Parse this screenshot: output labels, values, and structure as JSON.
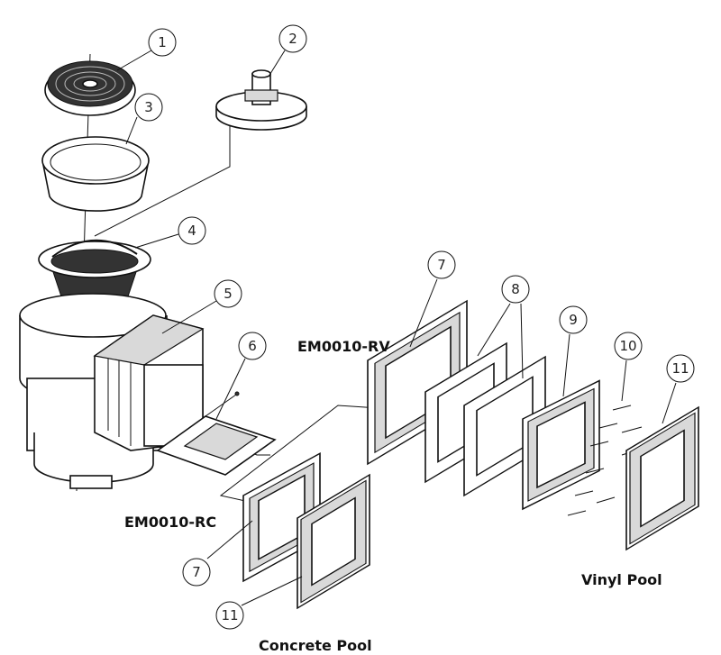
{
  "callouts": {
    "c1": "1",
    "c2": "2",
    "c3": "3",
    "c4": "4",
    "c5": "5",
    "c6": "6",
    "c7a": "7",
    "c8": "8",
    "c9": "9",
    "c10": "10",
    "c11a": "11",
    "c7b": "7",
    "c11b": "11"
  },
  "labels": {
    "model_rv": "EM0010-RV",
    "model_rc": "EM0010-RC",
    "vinyl_pool": "Vinyl Pool",
    "concrete_pool": "Concrete Pool"
  },
  "colors": {
    "line": "#111111",
    "background": "#ffffff"
  }
}
